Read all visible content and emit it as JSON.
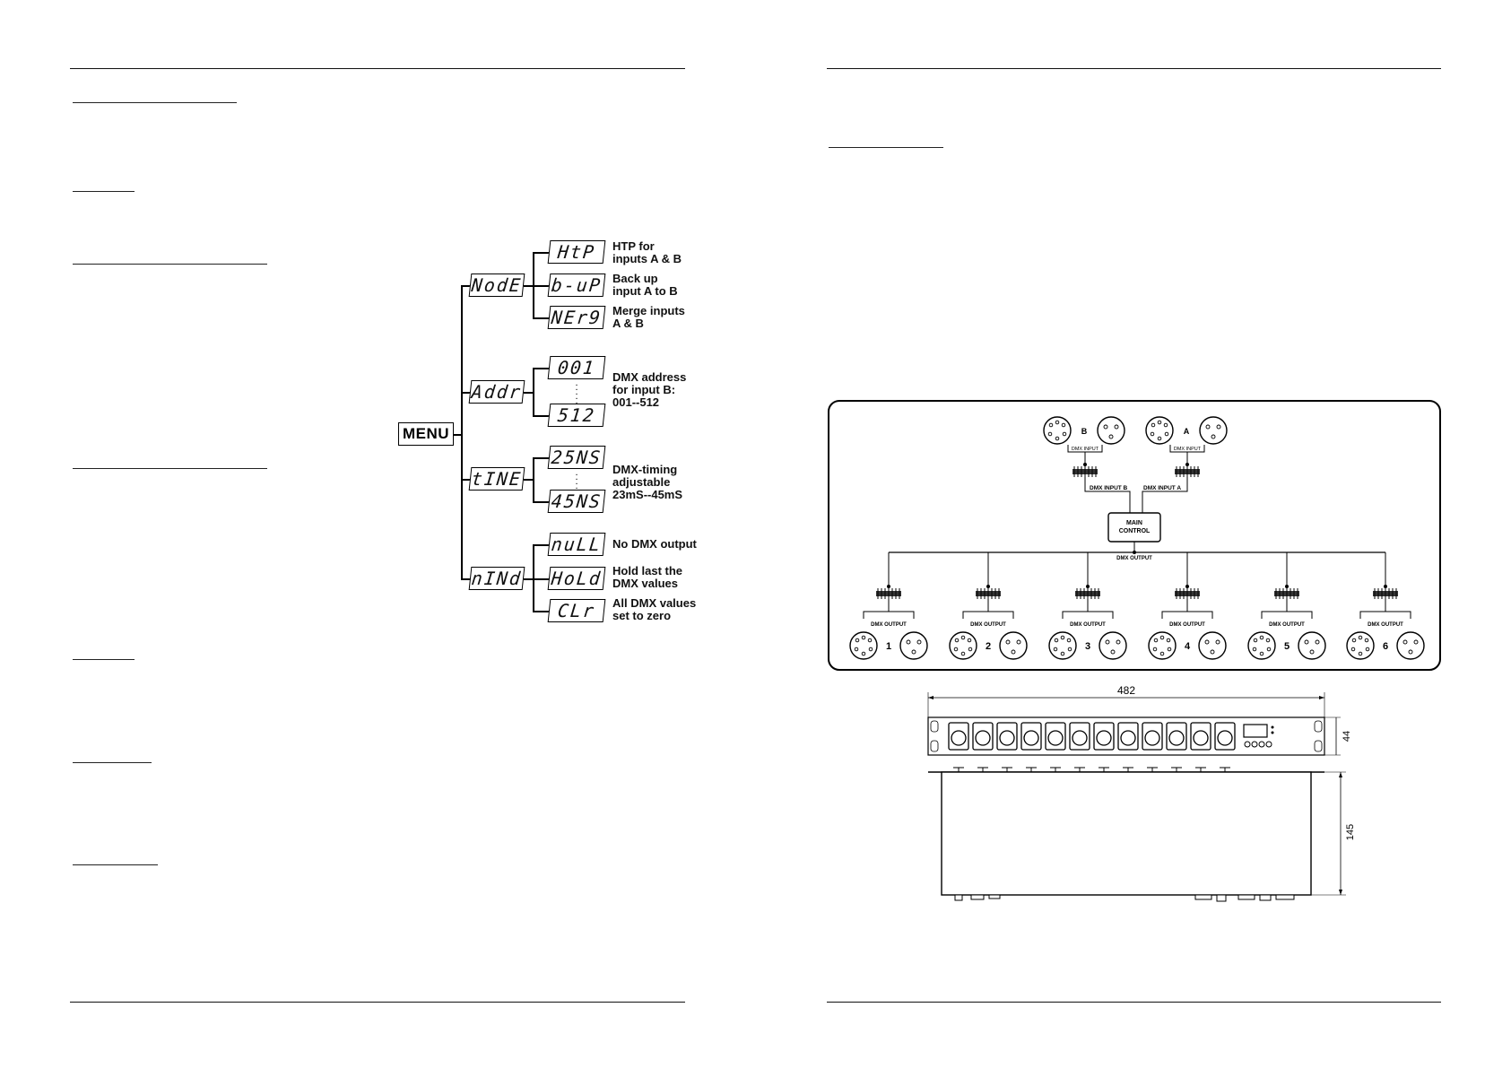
{
  "menu": {
    "root_label": "MENU",
    "groups": [
      {
        "display": "NodE",
        "options": [
          {
            "display": "HtP",
            "desc": "HTP for\ninputs A & B"
          },
          {
            "display": "b-uP",
            "desc": "Back up\ninput A to B"
          },
          {
            "display": "NEr9",
            "desc": "Merge inputs\nA & B"
          }
        ]
      },
      {
        "display": "Addr",
        "options": [
          {
            "display": "001",
            "desc": "DMX address\nfor input B:\n001--512"
          },
          {
            "display": "512",
            "desc": ""
          }
        ]
      },
      {
        "display": "tINE",
        "options": [
          {
            "display": "25NS",
            "desc": "DMX-timing\nadjustable\n23mS--45mS"
          },
          {
            "display": "45NS",
            "desc": ""
          }
        ]
      },
      {
        "display": "nINd",
        "options": [
          {
            "display": "nuLL",
            "desc": "No DMX output"
          },
          {
            "display": "HoLd",
            "desc": "Hold last the\nDMX values"
          },
          {
            "display": "CLr",
            "desc": "All DMX values\nset to zero"
          }
        ]
      }
    ]
  },
  "block_diagram": {
    "input_b_label": "B",
    "input_a_label": "A",
    "dmx_input_label": "DMX INPUT",
    "dmx_input_b_label": "DMX INPUT B",
    "dmx_input_a_label": "DMX INPUT A",
    "main_control_line1": "MAIN",
    "main_control_line2": "CONTROL",
    "dmx_output_bus_label": "DMX OUTPUT",
    "output_label": "DMX OUTPUT",
    "outputs": [
      "1",
      "2",
      "3",
      "4",
      "5",
      "6"
    ]
  },
  "dimensions": {
    "width": "482",
    "height": "44",
    "depth": "145"
  }
}
